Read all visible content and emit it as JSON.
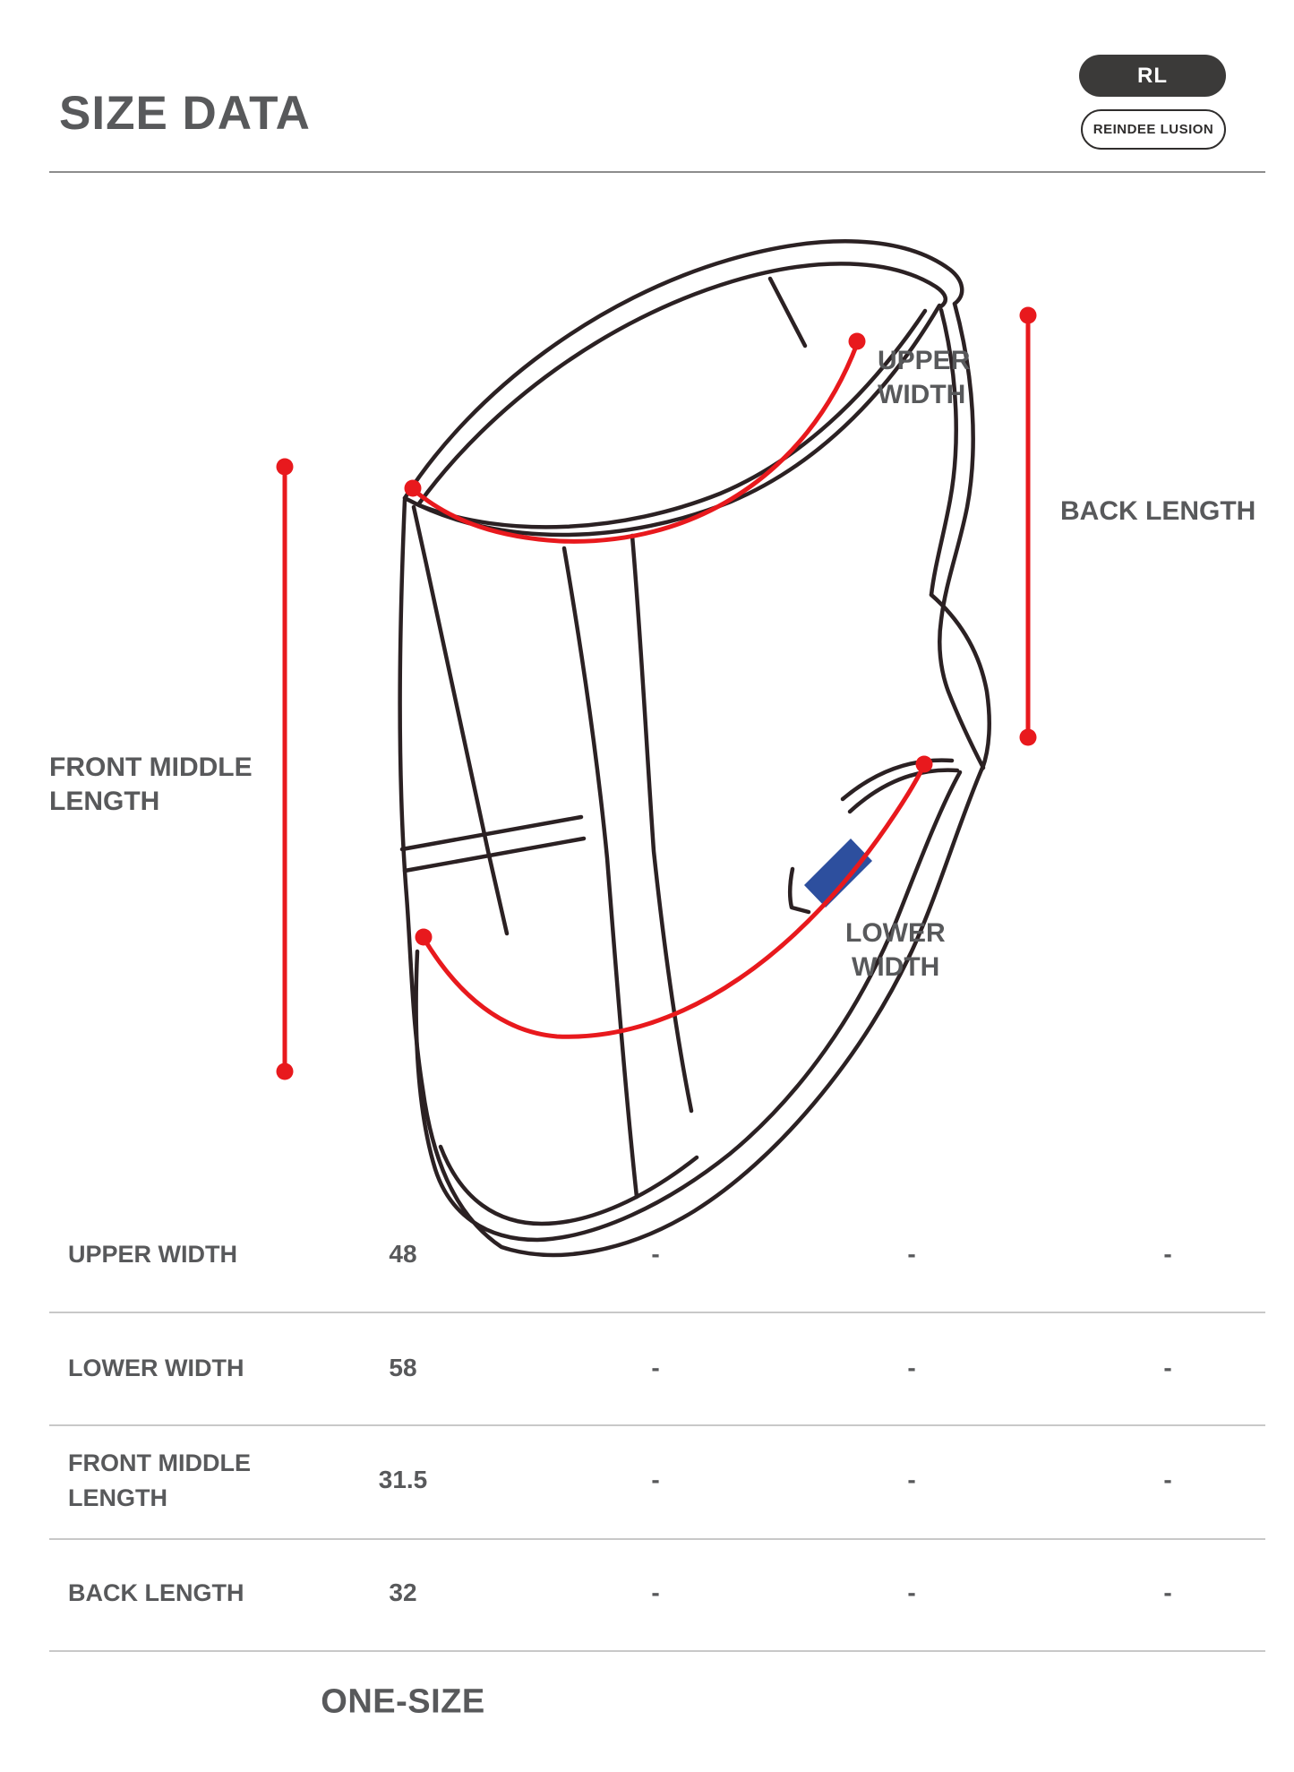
{
  "header": {
    "title": "SIZE DATA",
    "brand_short": "RL",
    "brand_full": "REINDEE LUSION"
  },
  "diagram": {
    "labels": {
      "upper_width": {
        "line1": "UPPER",
        "line2": "WIDTH"
      },
      "back_length": {
        "line1": "BACK LENGTH"
      },
      "front_middle": {
        "line1": "FRONT MIDDLE",
        "line2": "LENGTH"
      },
      "lower_width": {
        "line1": "LOWER",
        "line2": "WIDTH"
      }
    },
    "colors": {
      "line_art": "#2b2123",
      "measure_red": "#e8191d",
      "tab_blue": "#2d4f9e",
      "label_gray": "#58595b"
    }
  },
  "size_table": {
    "rows": [
      {
        "label_lines": [
          "UPPER WIDTH"
        ],
        "values": [
          "48",
          "-",
          "-",
          "-"
        ]
      },
      {
        "label_lines": [
          "LOWER WIDTH"
        ],
        "values": [
          "58",
          "-",
          "-",
          "-"
        ]
      },
      {
        "label_lines": [
          "FRONT MIDDLE",
          "LENGTH"
        ],
        "values": [
          "31.5",
          "-",
          "-",
          "-"
        ]
      },
      {
        "label_lines": [
          "BACK LENGTH"
        ],
        "values": [
          "32",
          "-",
          "-",
          "-"
        ]
      }
    ],
    "footer": "ONE-SIZE"
  }
}
